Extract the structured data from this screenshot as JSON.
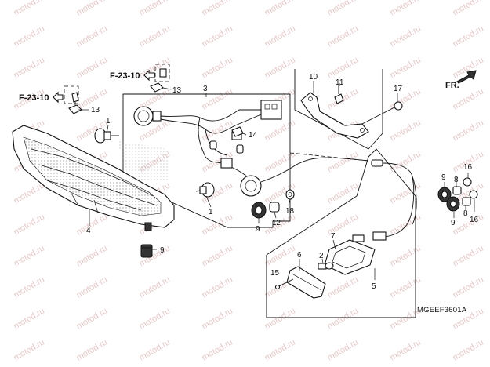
{
  "watermark": "motod.ru",
  "diagram_code": "MGEEF3601A",
  "front_indicator": "FR.",
  "references": [
    {
      "id": "ref-top",
      "label": "F-23-10"
    },
    {
      "id": "ref-left",
      "label": "F-23-10"
    }
  ],
  "callouts": {
    "c1a": "1",
    "c1b": "1",
    "c2": "2",
    "c3": "3",
    "c4": "4",
    "c5": "5",
    "c6": "6",
    "c7": "7",
    "c8a": "8",
    "c8b": "8",
    "c9a": "9",
    "c9b": "9",
    "c9c": "9",
    "c9d": "9",
    "c10": "10",
    "c11": "11",
    "c12": "12",
    "c13a": "13",
    "c13b": "13",
    "c14": "14",
    "c15": "15",
    "c16a": "16",
    "c16b": "16",
    "c17": "17",
    "c18": "18"
  }
}
